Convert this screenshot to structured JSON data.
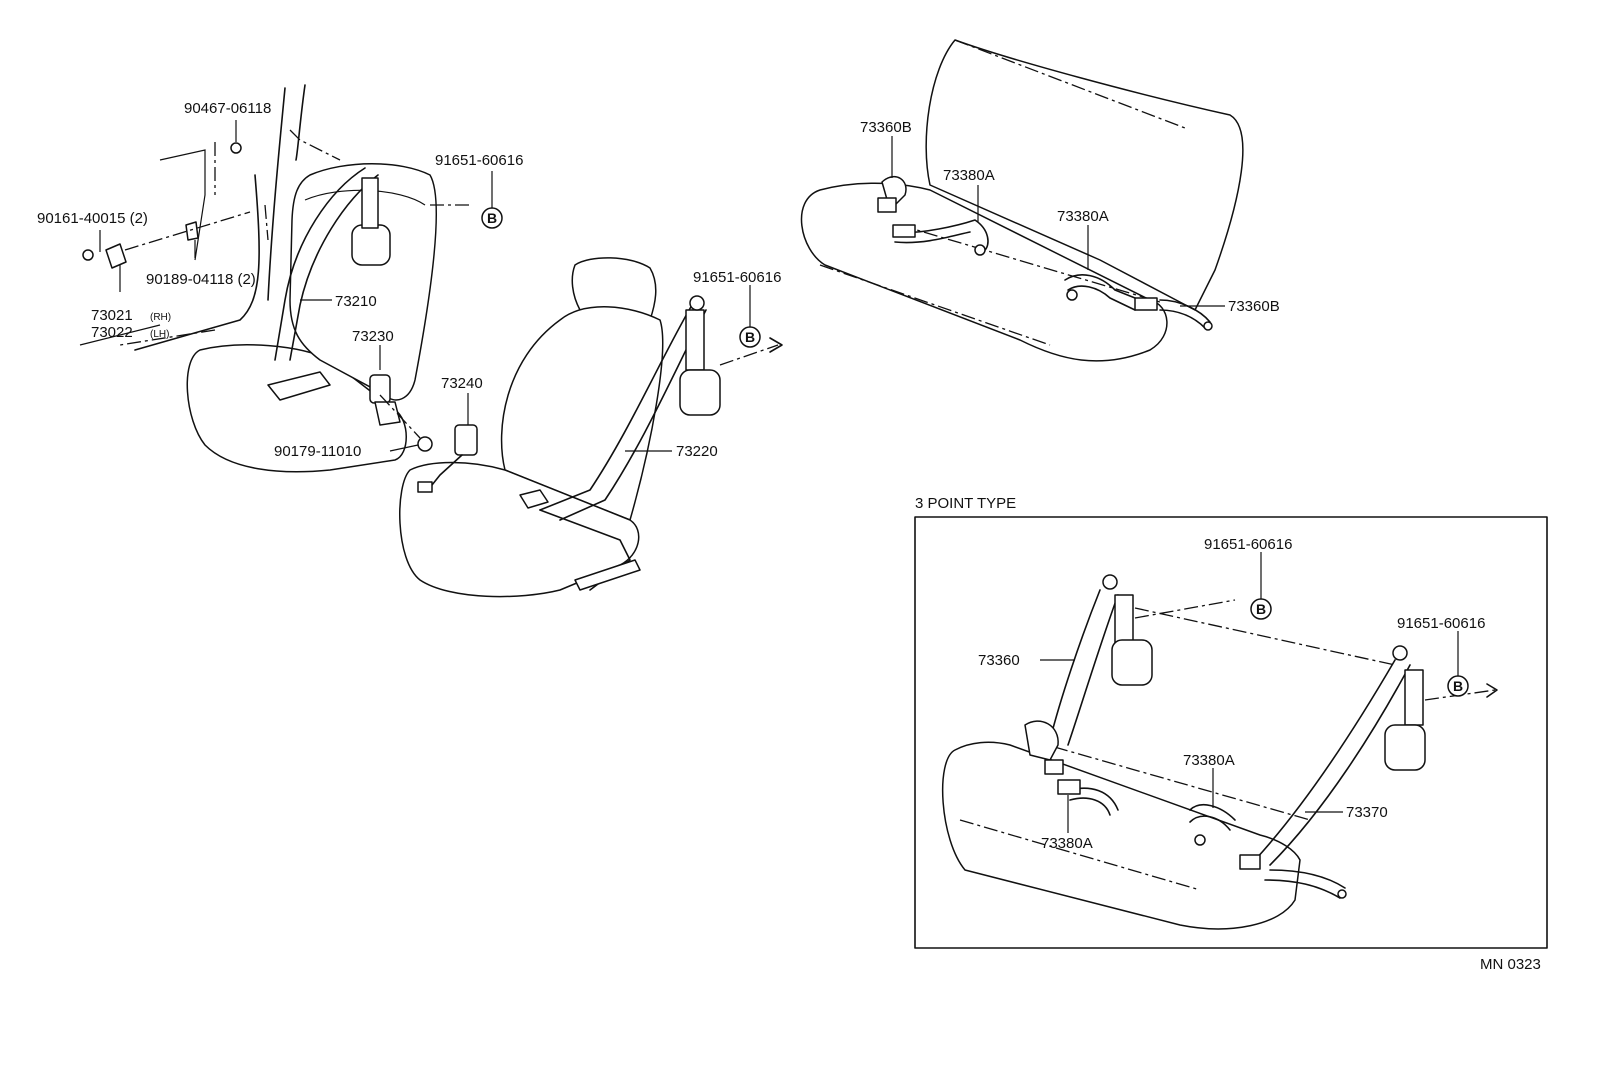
{
  "labels": {
    "p90467": "90467-06118",
    "p91651_a": "91651-60616",
    "p90161": "90161-40015 (2)",
    "p90189": "90189-04118 (2)",
    "p73021": "73021",
    "p73021_side": "(RH)",
    "p73022": "73022",
    "p73022_side": "(LH)",
    "p73210": "73210",
    "p73230": "73230",
    "p73240": "73240",
    "p90179": "90179-11010",
    "p91651_b": "91651-60616",
    "p73220": "73220",
    "p73360B_top": "73360B",
    "p73380A_1": "73380A",
    "p73380A_2": "73380A",
    "p73360B_right": "73360B",
    "p91651_c": "91651-60616",
    "p91651_d": "91651-60616",
    "p73360": "73360",
    "p73380A_3": "73380A",
    "p73370": "73370",
    "p73380A_4": "73380A"
  },
  "callout": "B",
  "inset_title": "3 POINT TYPE",
  "diagram_code": "MN 0323"
}
